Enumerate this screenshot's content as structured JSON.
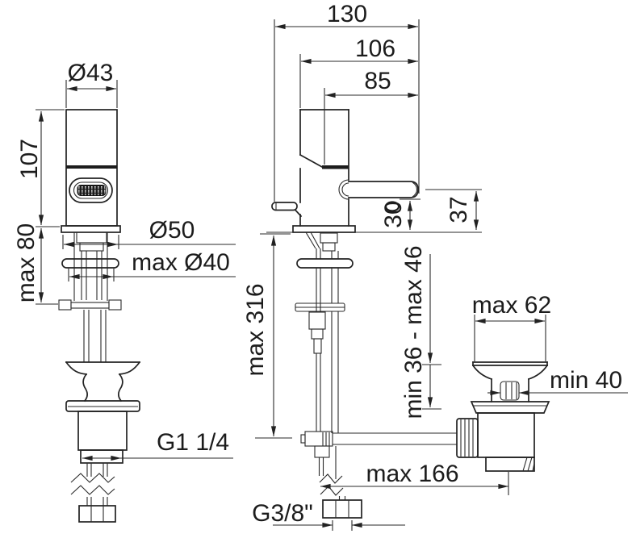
{
  "drawing": {
    "type": "technical-dimension-drawing",
    "subject": "single-lever basin mixer tap with pop-up waste, three orthographic views",
    "line_color": "#222222",
    "background": "#ffffff"
  },
  "views": {
    "front": {
      "dim_body_diameter": "Ø43",
      "dim_body_height": "107",
      "dim_under_deck": "max 80",
      "dim_base_diameter": "Ø50",
      "dim_hole_diameter": "max Ø40",
      "dim_drain_thread": "G1 1/4"
    },
    "side": {
      "dim_total_depth": "130",
      "dim_body_depth": "106",
      "dim_spout_reach": "85",
      "dim_spout_height_rear": "30",
      "dim_spout_height_tip": "37",
      "dim_hose_length": "max 316",
      "dim_drain_reach": "max 166",
      "dim_supply_thread": "G3/8\""
    },
    "drain": {
      "dim_cap_diameter": "max 62",
      "dim_plug_diameter": "min 40",
      "dim_clamp_range": "min 36 - max 46"
    }
  }
}
